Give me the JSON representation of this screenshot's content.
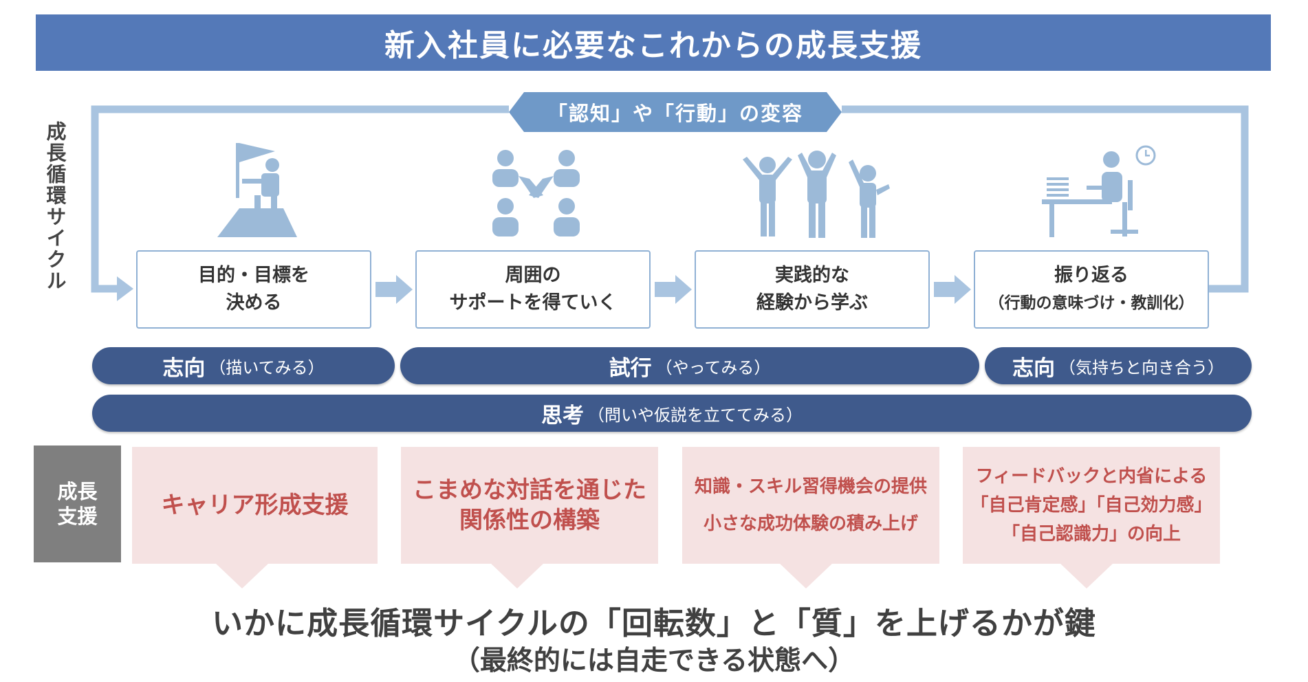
{
  "title": "新入社員に必要なこれからの成長支援",
  "cycle_label": "「認知」や「行動」の変容",
  "vertical_label": "成長循環サイクル",
  "steps": [
    {
      "line1": "目的・目標を",
      "line2": "決める",
      "icon": "climber-flag-icon"
    },
    {
      "line1": "周囲の",
      "line2": "サポートを得ていく",
      "icon": "collaboration-people-icon"
    },
    {
      "line1": "実践的な",
      "line2": "経験から学ぶ",
      "icon": "cheering-people-icon"
    },
    {
      "line1": "振り返る",
      "line2": "（行動の意味づけ・教訓化）",
      "icon": "desk-worker-clock-icon"
    }
  ],
  "pills": [
    {
      "main": "志向",
      "sub": "（描いてみる）"
    },
    {
      "main": "試行",
      "sub": "（やってみる）"
    },
    {
      "main": "志向",
      "sub": "（気持ちと向き合う）"
    },
    {
      "main": "思考",
      "sub": "（問いや仮説を立ててみる）"
    }
  ],
  "support_header": [
    "成長",
    "支援"
  ],
  "supports": [
    {
      "lines": [
        "キャリア形成支援"
      ]
    },
    {
      "lines": [
        "こまめな対話を通じた",
        "関係性の構築"
      ]
    },
    {
      "lines": [
        "知識・スキル習得機会の提供",
        "小さな成功体験の積み上げ"
      ]
    },
    {
      "lines": [
        "フィードバックと内省による",
        "「自己肯定感」「自己効力感」",
        "「自己認識力」の向上"
      ]
    }
  ],
  "conclusion": {
    "line1": "いかに成長循環サイクルの「回転数」と「質」を上げるかが鍵",
    "line2": "（最終的には自走できる状態へ）"
  },
  "colors": {
    "banner": "#5479b8",
    "cycle_line": "#a9c4e0",
    "icon": "#9cbad8",
    "pill": "#3f5a8c",
    "support_bg": "#f5e2e2",
    "support_text": "#c0504d",
    "support_header_bg": "#7f7f7f"
  }
}
